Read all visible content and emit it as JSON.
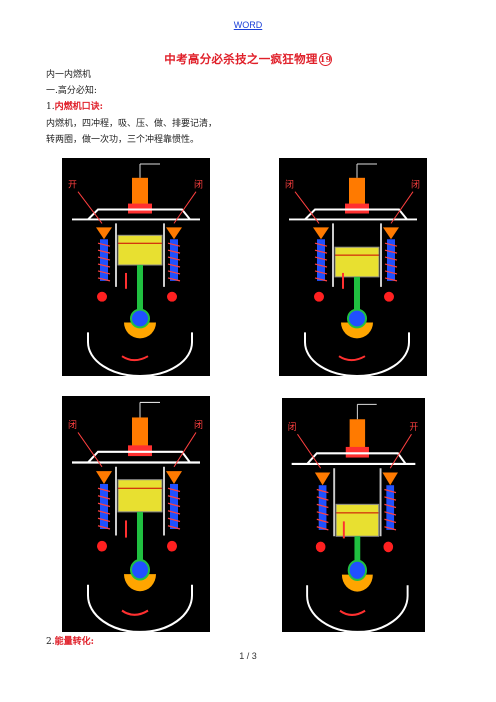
{
  "header": {
    "link_text": "WORD"
  },
  "title": {
    "text": "中考高分必杀技之一疯狂物理",
    "badge": "19"
  },
  "section": {
    "heading": "内一内燃机",
    "subheading": "一.高分必知:",
    "item1_number": "1.",
    "item1_label": "内燃机口诀:",
    "verse_line1": "内燃机，四冲程，吸、压、做、排要记清，",
    "verse_line2": "转两圈，做一次功，三个冲程靠惯性。",
    "item2_number": "2.",
    "item2_label": "能量转化:"
  },
  "diagrams": [
    {
      "left_label": "开",
      "right_label": "闭"
    },
    {
      "left_label": "闭",
      "right_label": "闭"
    },
    {
      "left_label": "闭",
      "right_label": "闭"
    },
    {
      "left_label": "闭",
      "right_label": "开"
    }
  ],
  "colors": {
    "title_red": "#e0202a",
    "link_blue": "#1a3fd8",
    "diagram_bg": "#000000",
    "spark_orange": "#ff7a00",
    "piston_yellow": "#e8e030",
    "spring_blue": "#2050ff",
    "rod_green": "#20c040"
  },
  "footer": {
    "page_text": "1 / 3"
  }
}
